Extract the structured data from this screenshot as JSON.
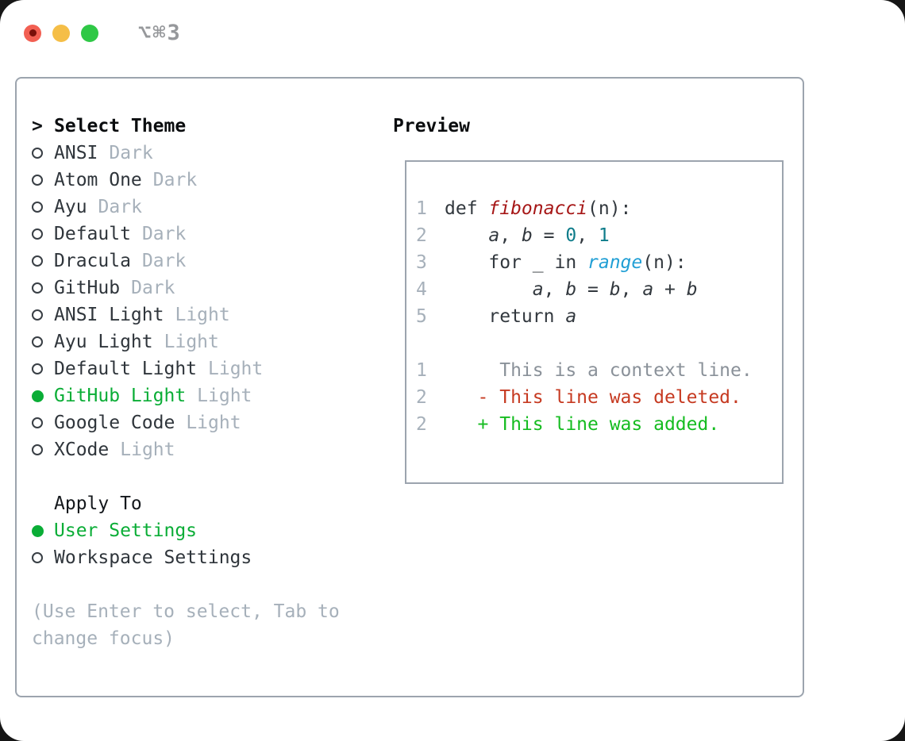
{
  "window": {
    "title": "⌥⌘3",
    "traffic_lights": [
      "close",
      "minimize",
      "zoom"
    ]
  },
  "colors": {
    "selected_green": "#0aad36",
    "muted_gray": "#a6b0ba",
    "panel_border": "#9ca4ae",
    "func_red": "#a61717",
    "number_teal": "#0e7c8a",
    "builtin_blue": "#219fd5",
    "diff_context_gray": "#8a9199",
    "diff_deleted_red": "#c63a21",
    "diff_added_green": "#15bc20",
    "traffic_red": "#f25f52",
    "traffic_yellow": "#f5be47",
    "traffic_green": "#2fc846"
  },
  "theme_panel": {
    "header": {
      "prefix": ">",
      "label": "Select Theme"
    },
    "themes": [
      {
        "name": "ANSI",
        "variant": "Dark",
        "selected": false
      },
      {
        "name": "Atom One",
        "variant": "Dark",
        "selected": false
      },
      {
        "name": "Ayu",
        "variant": "Dark",
        "selected": false
      },
      {
        "name": "Default",
        "variant": "Dark",
        "selected": false
      },
      {
        "name": "Dracula",
        "variant": "Dark",
        "selected": false
      },
      {
        "name": "GitHub",
        "variant": "Dark",
        "selected": false
      },
      {
        "name": "ANSI Light",
        "variant": "Light",
        "selected": false
      },
      {
        "name": "Ayu Light",
        "variant": "Light",
        "selected": false
      },
      {
        "name": "Default Light",
        "variant": "Light",
        "selected": false
      },
      {
        "name": "GitHub Light",
        "variant": "Light",
        "selected": true
      },
      {
        "name": "Google Code",
        "variant": "Light",
        "selected": false
      },
      {
        "name": "XCode",
        "variant": "Light",
        "selected": false
      }
    ],
    "apply_to": {
      "label": "Apply To",
      "options": [
        {
          "name": "User Settings",
          "selected": true
        },
        {
          "name": "Workspace Settings",
          "selected": false
        }
      ]
    },
    "hint": "(Use Enter to select, Tab to change focus)"
  },
  "preview": {
    "title": "Preview",
    "lines": [
      {
        "no": "1",
        "segs": [
          "def ",
          "fibonacci",
          "(n):"
        ]
      },
      {
        "no": "2",
        "segs": [
          "    ",
          "a",
          ", ",
          "b",
          " = ",
          "0",
          ", ",
          "1"
        ]
      },
      {
        "no": "3",
        "segs": [
          "    for _ in ",
          "range",
          "(n):"
        ]
      },
      {
        "no": "4",
        "segs": [
          "        ",
          "a",
          ", ",
          "b",
          " = ",
          "b",
          ", ",
          "a",
          " + ",
          "b"
        ]
      },
      {
        "no": "5",
        "segs": [
          "    return ",
          "a"
        ]
      },
      {
        "no": "",
        "segs": []
      },
      {
        "no": "1",
        "segs": [
          "     This is a context line."
        ]
      },
      {
        "no": "2",
        "segs": [
          "   - This line was deleted."
        ]
      },
      {
        "no": "2",
        "segs": [
          "   + This line was added."
        ]
      }
    ]
  }
}
